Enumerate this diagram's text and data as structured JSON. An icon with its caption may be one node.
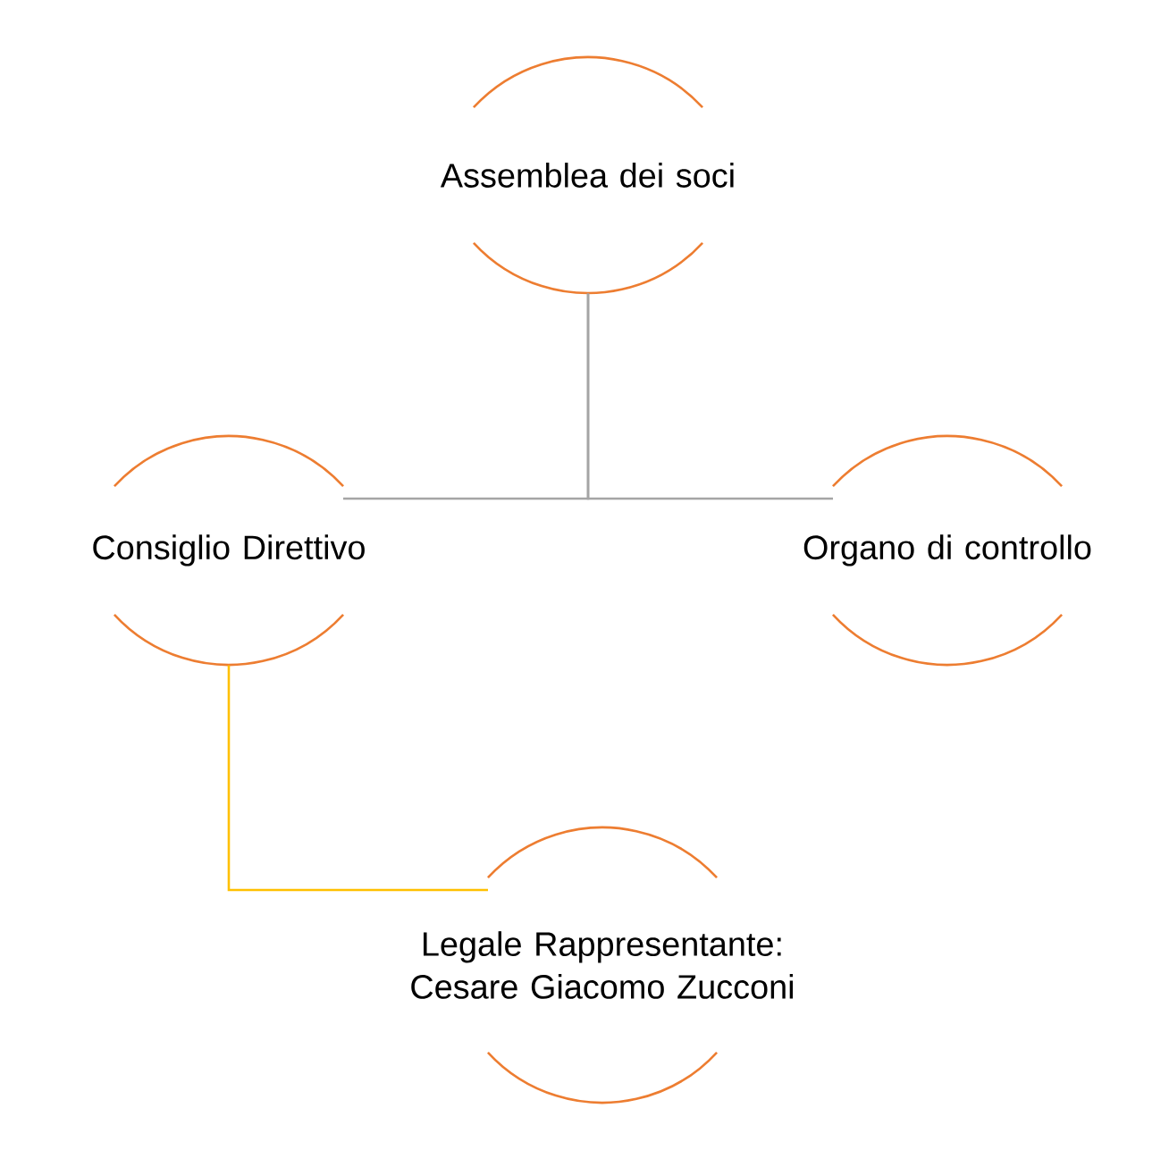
{
  "diagram": {
    "nodes": [
      {
        "text": [
          "Assemblea dei soci"
        ]
      },
      {
        "text": [
          "Consiglio Direttivo"
        ]
      },
      {
        "text": [
          "Organo di controllo"
        ]
      },
      {
        "text": [
          "Legale Rappresentante: Cesare Giacomo Zucconi"
        ]
      }
    ],
    "edges": [
      {
        "from": 0,
        "to": 1,
        "arrow": "none"
      },
      {
        "from": 0,
        "to": 2,
        "arrow": "none"
      },
      {
        "from": 1,
        "to": 3,
        "arrow": "none",
        "color": "#ffc000"
      }
    ]
  }
}
